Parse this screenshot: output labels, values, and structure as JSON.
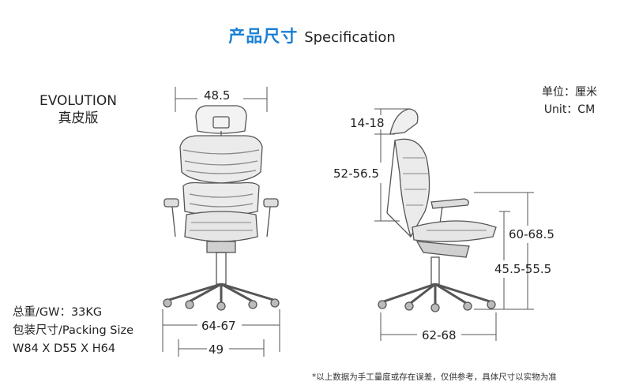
{
  "header": {
    "title_cn": "产品尺寸",
    "title_en": "Specification"
  },
  "model": {
    "name": "EVOLUTION",
    "variant": "真皮版"
  },
  "units": {
    "cn": "单位：厘米",
    "en": "Unit：CM"
  },
  "packing": {
    "weight": "总重/GW：33KG",
    "size_label": "包装尺寸/Packing Size",
    "size_value": "W84 X D55 X H64"
  },
  "dimensions": {
    "headrest_width": "48.5",
    "base_width_inner": "64-67",
    "base_width_outer": "49",
    "headrest_adjust": "14-18",
    "back_height": "52-56.5",
    "armrest_height": "60-68.5",
    "seat_height": "45.5-55.5",
    "depth": "62-68"
  },
  "footnote": "*以上数据为手工量度或存在误差，仅供参考，具体尺寸以实物为准",
  "colors": {
    "title_accent": "#1a7fd4",
    "line": "#555555"
  }
}
